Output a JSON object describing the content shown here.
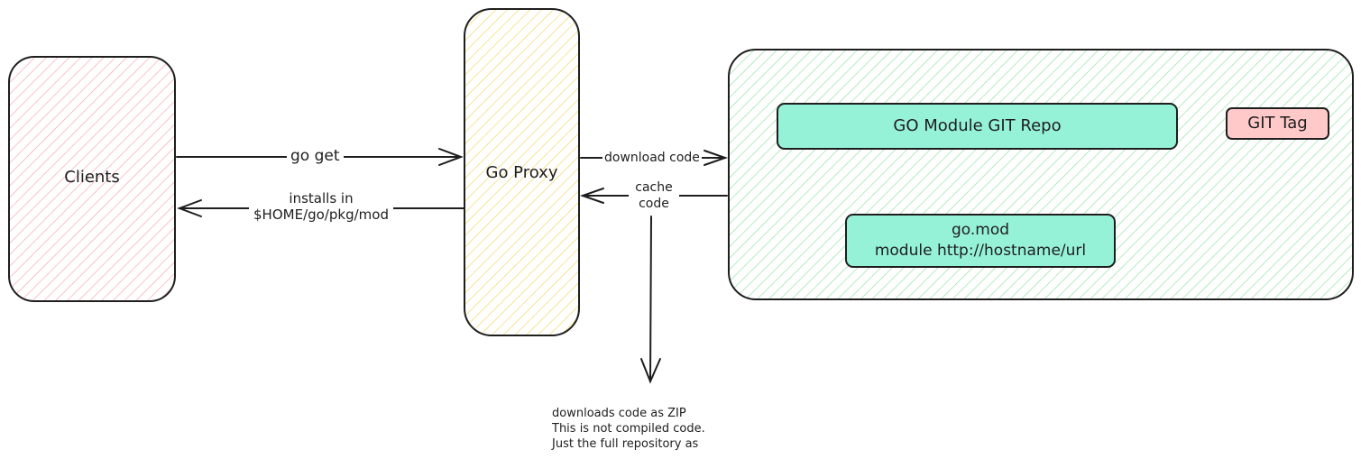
{
  "nodes": {
    "clients": {
      "label": "Clients"
    },
    "proxy": {
      "label": "Go Proxy"
    },
    "repo_label": "GO Module GIT Repo",
    "git_tag": "GIT Tag",
    "gomod": {
      "line1": "go.mod",
      "line2": "module http://hostname/url"
    }
  },
  "edges": {
    "go_get": "go get",
    "installs_line1": "installs in",
    "installs_line2": "$HOME/go/pkg/mod",
    "download_code": "download code",
    "cache_line1": "cache",
    "cache_line2": "code"
  },
  "note": {
    "line1": "downloads code as ZIP",
    "line2": "This is not compiled code.",
    "line3": "Just the full repository as"
  },
  "colors": {
    "clients_fill": "#ffc9c9",
    "proxy_fill": "#ffec99",
    "repo_fill": "#b2f2bb",
    "module_box_fill": "#96f2d7",
    "git_tag_fill": "#ffc9c9",
    "stroke": "#1e1e1e"
  }
}
